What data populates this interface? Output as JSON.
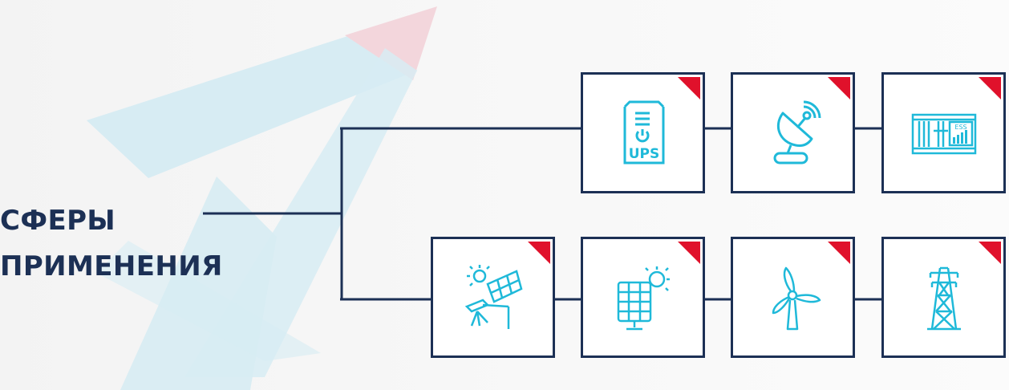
{
  "title": {
    "line1": "СФЕРЫ",
    "line2": "ПРИМЕНЕНИЯ"
  },
  "icons": {
    "ups_label": "UPS",
    "ess_label": "ESS"
  },
  "colors": {
    "navy": "#1c3055",
    "cyan": "#1fb9d9",
    "red_corner": "#e0112b",
    "bg_light_blue": "#d7ecf3",
    "bg_pink": "#f3d6dc"
  },
  "tiles": [
    {
      "icon": "ups-icon"
    },
    {
      "icon": "satellite-dish-icon"
    },
    {
      "icon": "ess-container-icon"
    },
    {
      "icon": "solar-tracker-icon"
    },
    {
      "icon": "solar-panel-icon"
    },
    {
      "icon": "wind-turbine-icon"
    },
    {
      "icon": "power-tower-icon"
    }
  ]
}
